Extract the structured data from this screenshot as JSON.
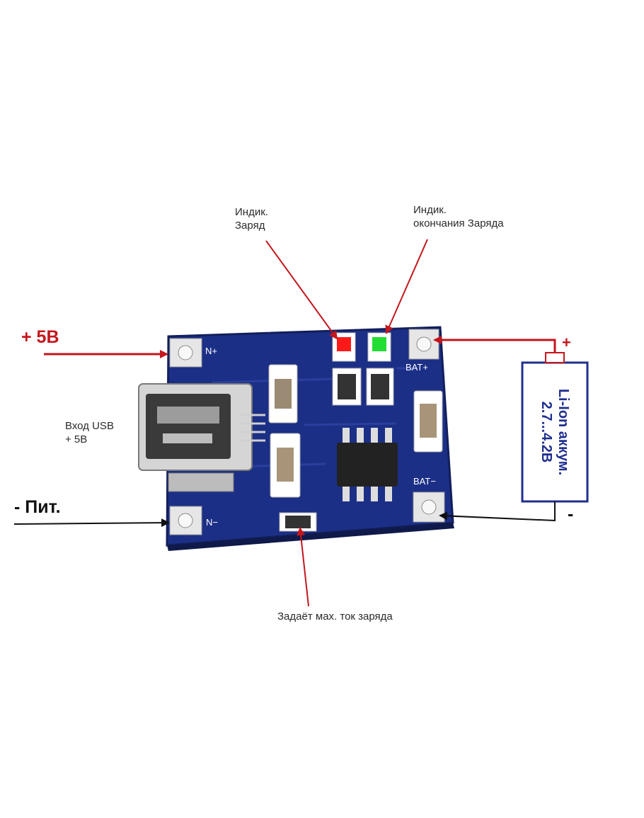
{
  "labels": {
    "charge_indicator": [
      "Индик.",
      "Заряд"
    ],
    "end_indicator": [
      "Индик.",
      "окончания Заряда"
    ],
    "plus_5v": "+ 5B",
    "usb_input": [
      "Вход USB",
      "+ 5B"
    ],
    "minus_power": "- Пит.",
    "current_set": "Задаёт мах. ток заряда",
    "battery": [
      "Li-Ion аккум.",
      "2.7...4.2B"
    ],
    "battery_plus": "+",
    "battery_minus": "-"
  },
  "silkscreen": {
    "in_plus": "N+",
    "in_minus": "N−",
    "bat_plus": "BAT+",
    "bat_minus": "BAT−"
  },
  "colors": {
    "pcb": "#1c2f86",
    "arrow_red": "#c4161c",
    "arrow_black": "#111111",
    "led_red": "#ff1a1a",
    "led_green": "#22dd33",
    "battery_outline": "#1f2f8f"
  }
}
